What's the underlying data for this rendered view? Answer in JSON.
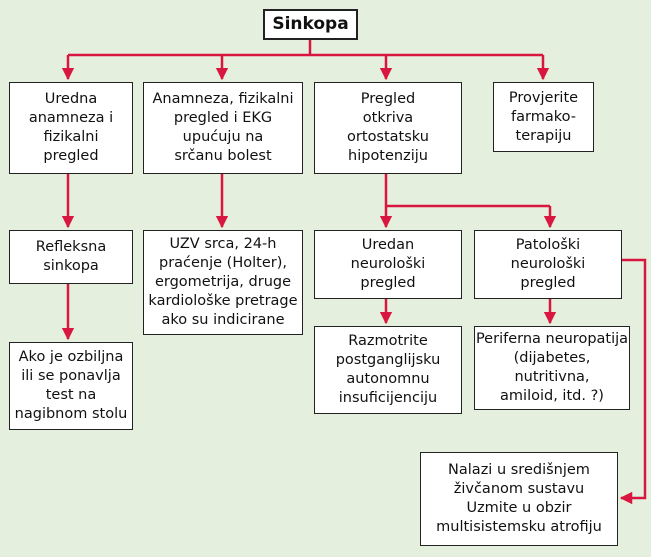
{
  "colors": {
    "background": "#e4f0dd",
    "connector": "#d9163f",
    "box_border": "#222222"
  },
  "nodes": {
    "root": "Sinkopa",
    "a1": "Uredna\nanamneza i\nfizikalni\npregled",
    "b1": "Anamneza, fizikalni\npregled i EKG\nupućuju na\nsrčanu bolest",
    "c1": "Pregled\notkriva\nortostatsku\nhipotenziju",
    "d1": "Provjerite\nfarmako-\nterapiju",
    "a2": "Refleksna\nsinkopa",
    "b2": "UZV srca, 24-h\npraćenje (Holter),\nergometrija, druge\nkardiološke pretrage\nako su indicirane",
    "c2": "Uredan\nneurološki\npregled",
    "e2": "Patološki\nneurološki\npregled",
    "a3": "Ako je ozbiljna\nili se ponavlja\ntest na\nnagibnom stolu",
    "c3": "Razmotrite\npostganglijsku\nautonomnu\ninsuficijenciju",
    "e3": "Periferna neuropatija\n(dijabetes, nutritivna,\namiloid, itd. ?)",
    "e4": "Nalazi u središnjem\nživčanom sustavu\nUzmite u obzir\nmultisistemsku atrofiju"
  }
}
